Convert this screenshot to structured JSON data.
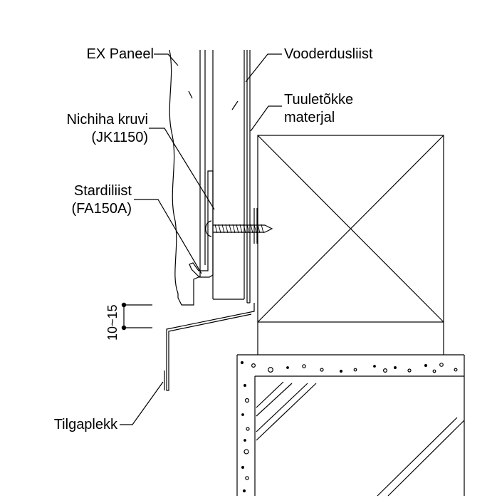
{
  "labels": {
    "ex_paneel": "EX Paneel",
    "vooderdusliist": "Vooderdusliist",
    "tuuletokke_line1": "Tuuletõkke",
    "tuuletokke_line2": "materjal",
    "nichiha_line1": "Nichiha kruvi",
    "nichiha_line2": "(JK1150)",
    "stardiliist_line1": "Stardiliist",
    "stardiliist_line2": "(FA150A)",
    "gap_dimension": "10~15",
    "tilgaplekk": "Tilgaplekk"
  },
  "colors": {
    "line": "#000000",
    "background": "#ffffff"
  }
}
